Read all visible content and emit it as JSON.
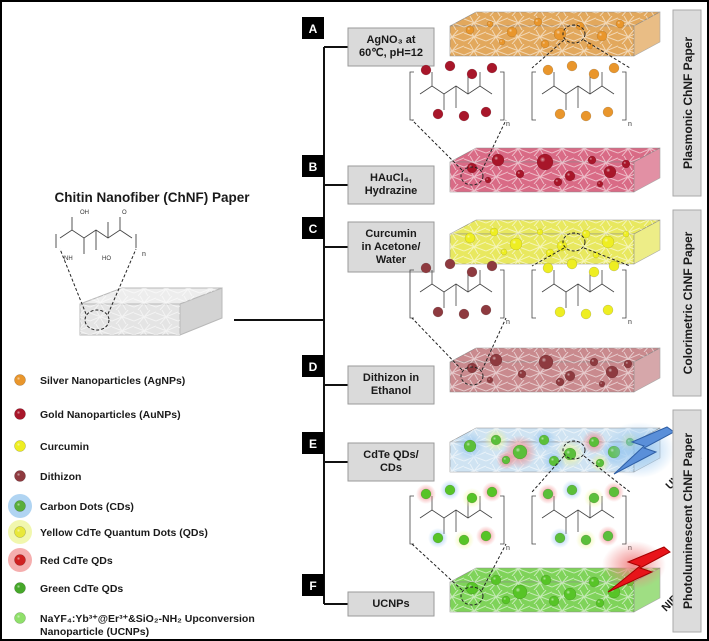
{
  "main_title": "Chitin Nanofiber (ChNF) Paper",
  "chitin_n": "n",
  "steps": [
    {
      "letter": "A",
      "line1": "AgNO₃ at",
      "line2": "60℃, pH=12",
      "layer_color": "#e2a85d",
      "particle": "#e9962c"
    },
    {
      "letter": "B",
      "line1": "HAuCl₄,",
      "line2": "Hydrazine",
      "layer_color": "#d96b86",
      "particle": "#a8162a"
    },
    {
      "letter": "C",
      "line1": "Curcumin",
      "line2": "in Acetone/",
      "line3": "Water",
      "layer_color": "#e8e85f",
      "particle": "#eeee22"
    },
    {
      "letter": "D",
      "line1": "Dithizon in",
      "line2": "Ethanol",
      "layer_color": "#c98a8e",
      "particle": "#8e3a3f"
    },
    {
      "letter": "E",
      "line1": "CdTe QDs/",
      "line2": "CDs",
      "layer_color": "#cfe3f2",
      "particle": "#5bbf3a"
    },
    {
      "letter": "F",
      "line1": "UCNPs",
      "layer_color": "#7fd35a",
      "particle": "#57c427"
    }
  ],
  "side_panels": [
    {
      "label": "Plasmonic  ChNF Paper"
    },
    {
      "label": "Colorimetric  ChNF Paper"
    },
    {
      "label": "Photoluminescent  ChNF Paper"
    }
  ],
  "uv_label": "UV Light",
  "nir_label": "NIR Laser",
  "legend": [
    {
      "label": "Silver Nanoparticles (AgNPs)",
      "color": "#e9962c"
    },
    {
      "label": "Gold Nanoparticles (AuNPs)",
      "color": "#a8162a"
    },
    {
      "label": "Curcumin",
      "color": "#eeee22"
    },
    {
      "label": "Dithizon",
      "color": "#8e3a3f"
    },
    {
      "label": "Carbon Dots (CDs)",
      "color": "#5aae3a",
      "halo": "#9cc9ef"
    },
    {
      "label": "Yellow CdTe Quantum Dots (QDs)",
      "color": "#e8e83a",
      "halo": "#eef59a"
    },
    {
      "label": "Red CdTe QDs",
      "color": "#d02020",
      "halo": "#f29a9a"
    },
    {
      "label": "Green CdTe QDs",
      "color": "#46a82a"
    },
    {
      "label": "NaYF₄:Yb³⁺@Er³⁺&SiO₂-NH₂ Upconversion",
      "label2": "Nanoparticle (UCNPs)",
      "color": "#8fe06a"
    }
  ]
}
